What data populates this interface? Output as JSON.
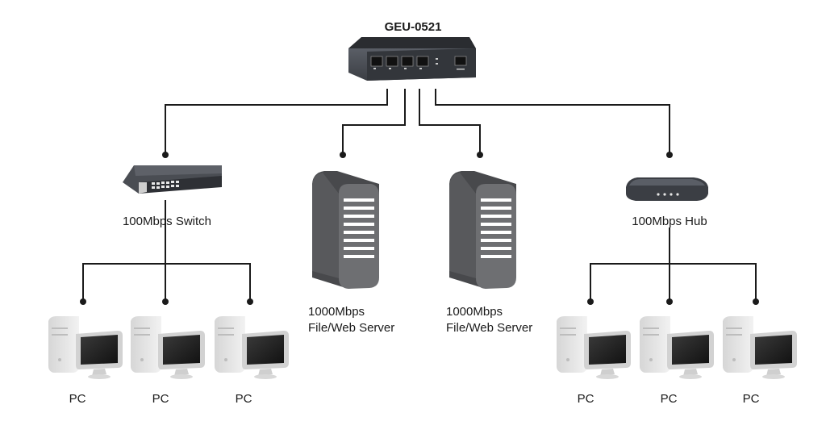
{
  "title": "GEU-0521",
  "devices": {
    "main_switch": {
      "label": "GEU-0521"
    },
    "switch_100": {
      "label": "100Mbps Switch"
    },
    "hub_100": {
      "label": "100Mbps Hub"
    },
    "server_left": {
      "line1": "1000Mbps",
      "line2": "File/Web Server"
    },
    "server_right": {
      "line1": "1000Mbps",
      "line2": "File/Web Server"
    }
  },
  "pcs": {
    "left": [
      "PC",
      "PC",
      "PC"
    ],
    "right": [
      "PC",
      "PC",
      "PC"
    ]
  },
  "colors": {
    "line": "#1a1a1a",
    "device_dark": "#3a3d42",
    "server": "#6d6e71",
    "pc": "#e0e0e0"
  }
}
